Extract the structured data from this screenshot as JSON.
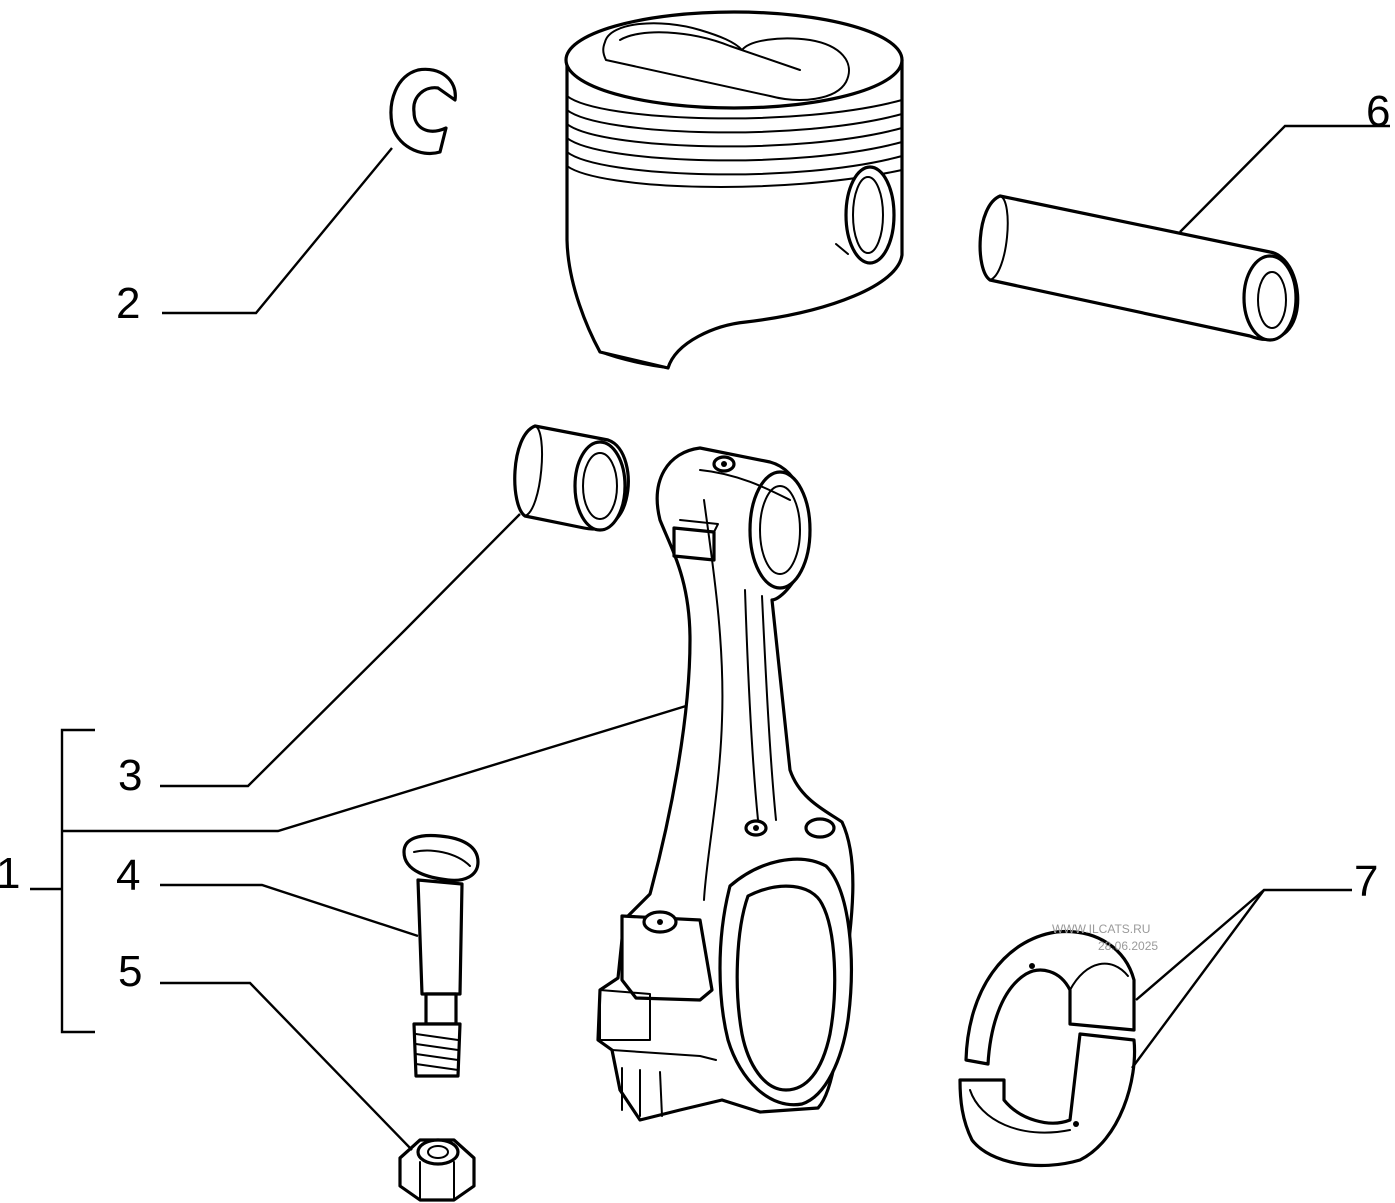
{
  "callouts": {
    "c1": "1",
    "c2": "2",
    "c3": "3",
    "c4": "4",
    "c5": "5",
    "c6": "6",
    "c7": "7"
  },
  "watermark": {
    "site": "WWW.ILCATS.RU",
    "date": "28.06.2025"
  },
  "colors": {
    "line": "#000000",
    "background": "#ffffff",
    "watermark": "#9a9a9a"
  }
}
